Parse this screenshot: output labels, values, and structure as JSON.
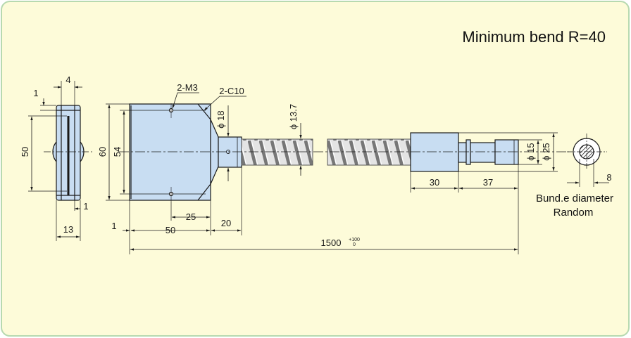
{
  "colors": {
    "panel_bg": "#fdfbd9",
    "panel_border": "#b7d9b0",
    "part_fill": "#c8ddf2",
    "line": "#1a1a1a"
  },
  "notes": {
    "min_bend": "Minimum bend R=40",
    "bundle_line1": "Bund.e diameter",
    "bundle_line2": "Random"
  },
  "dims": {
    "side_top": "4",
    "side_offset": "1",
    "side_height": "50",
    "side_edge": "1",
    "side_width": "13",
    "outer_height": "60",
    "inner_height": "54",
    "tap": "2-M3",
    "chamfer": "2-C10",
    "phi18": "ϕ 18",
    "phi13_7": "ϕ 13.7",
    "body_offset": "1",
    "body_len": "50",
    "hole_len": "25",
    "neck_len": "20",
    "total_len": "1500",
    "tol_upper": "+100",
    "tol_lower": "0",
    "len30": "30",
    "len37": "37",
    "phi15": "ϕ 15",
    "phi25": "ϕ 25",
    "end_dim": "8"
  }
}
